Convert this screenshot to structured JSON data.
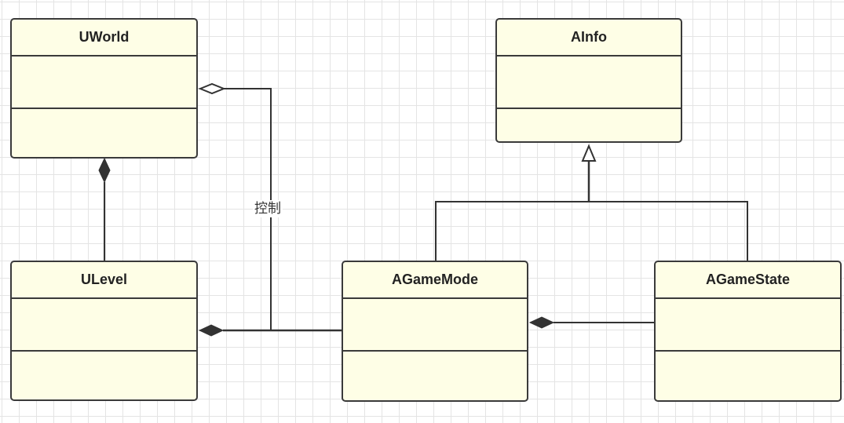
{
  "classes": {
    "uworld": "UWorld",
    "ainfo": "AInfo",
    "ulevel": "ULevel",
    "agamemode": "AGameMode",
    "agamestate": "AGameState"
  },
  "relations": {
    "control_label": "控制"
  }
}
